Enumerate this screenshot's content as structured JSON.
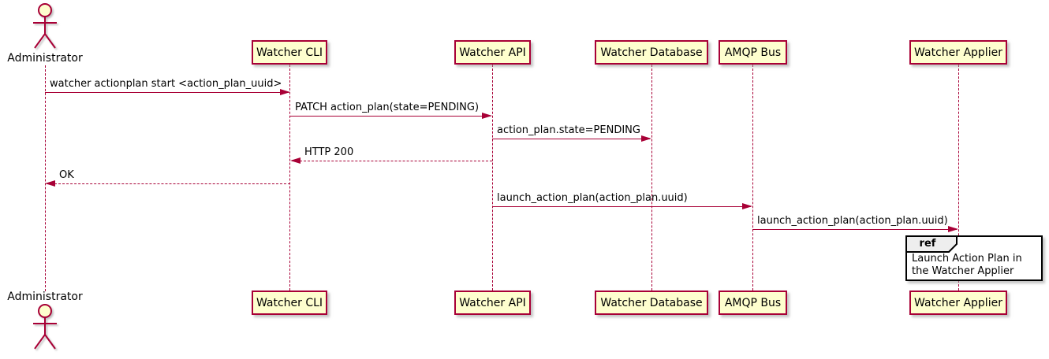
{
  "diagram": {
    "type": "sequence-diagram",
    "background": "#FFFFFF",
    "colors": {
      "participant_fill": "#FEFECE",
      "participant_border": "#A80036",
      "lifeline": "#A80036",
      "arrow": "#A80036",
      "text": "#000000",
      "ref_border": "#000000",
      "ref_header_fill": "#EEEEEE",
      "ref_body_fill": "#FFFFFF"
    }
  },
  "actor": {
    "label": "Administrator"
  },
  "participants": [
    {
      "label": "Watcher CLI"
    },
    {
      "label": "Watcher API"
    },
    {
      "label": "Watcher Database"
    },
    {
      "label": "AMQP Bus"
    },
    {
      "label": "Watcher Applier"
    }
  ],
  "messages": [
    {
      "label": "watcher actionplan start <action_plan_uuid>",
      "from": "Administrator",
      "to": "Watcher CLI",
      "style": "solid"
    },
    {
      "label": "PATCH action_plan(state=PENDING)",
      "from": "Watcher CLI",
      "to": "Watcher API",
      "style": "solid"
    },
    {
      "label": "action_plan.state=PENDING",
      "from": "Watcher API",
      "to": "Watcher Database",
      "style": "solid"
    },
    {
      "label": "HTTP 200",
      "from": "Watcher API",
      "to": "Watcher CLI",
      "style": "dashed"
    },
    {
      "label": "OK",
      "from": "Watcher CLI",
      "to": "Administrator",
      "style": "dashed"
    },
    {
      "label": "launch_action_plan(action_plan.uuid)",
      "from": "Watcher API",
      "to": "AMQP Bus",
      "style": "solid"
    },
    {
      "label": "launch_action_plan(action_plan.uuid)",
      "from": "AMQP Bus",
      "to": "Watcher Applier",
      "style": "solid"
    }
  ],
  "ref": {
    "keyword": "ref",
    "text": "Launch Action Plan in the Watcher Applier",
    "over": "Watcher Applier"
  }
}
